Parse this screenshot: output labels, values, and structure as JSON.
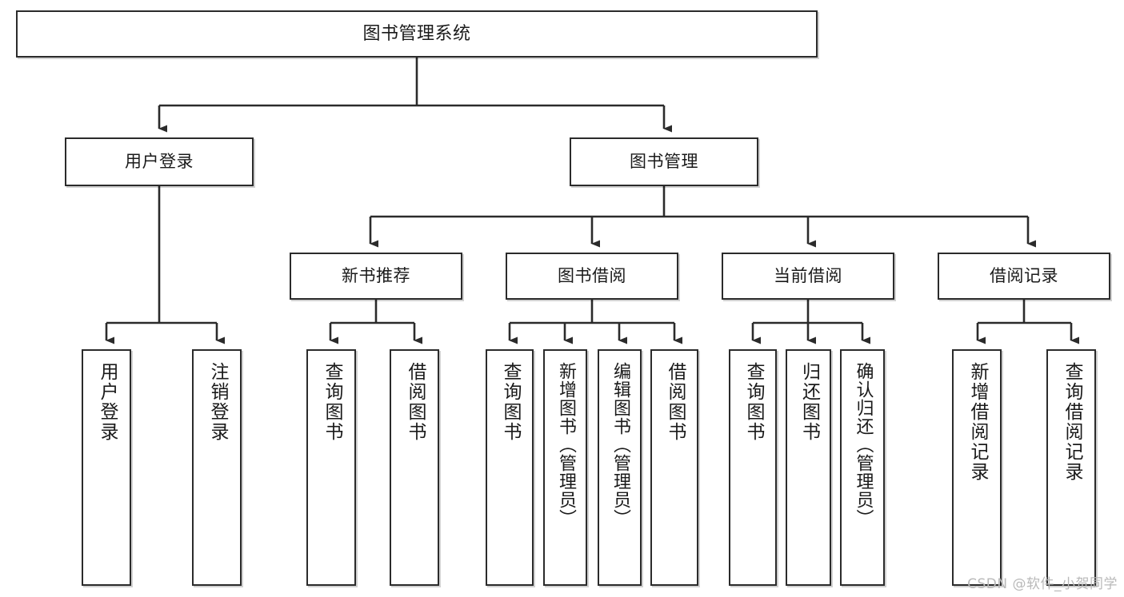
{
  "diagram": {
    "title": "图书管理系统",
    "type": "hierarchy-tree",
    "watermark": "CSDN @软件_小贺同学",
    "colors": {
      "box_border": "#2b2b2b",
      "box_fill": "#ffffff",
      "edge": "#2b2b2b",
      "text": "#1a1a1a",
      "watermark": "#b9b9b9"
    },
    "levels": {
      "level1": [
        {
          "id": "root",
          "label": "图书管理系统"
        }
      ],
      "level2": [
        {
          "id": "user-login",
          "label": "用户登录"
        },
        {
          "id": "book-manage",
          "label": "图书管理"
        }
      ],
      "level3": [
        {
          "id": "new-book-recommend",
          "label": "新书推荐"
        },
        {
          "id": "book-borrow",
          "label": "图书借阅"
        },
        {
          "id": "current-borrow",
          "label": "当前借阅"
        },
        {
          "id": "borrow-record",
          "label": "借阅记录"
        }
      ],
      "level4": [
        {
          "id": "leaf-user-login",
          "label": "用户登录",
          "parent": "user-login"
        },
        {
          "id": "leaf-user-logout",
          "label": "注销登录",
          "parent": "user-login"
        },
        {
          "id": "leaf-query-book-1",
          "label": "查询图书",
          "parent": "new-book-recommend"
        },
        {
          "id": "leaf-borrow-book-1",
          "label": "借阅图书",
          "parent": "new-book-recommend"
        },
        {
          "id": "leaf-query-book-2",
          "label": "查询图书",
          "parent": "book-borrow"
        },
        {
          "id": "leaf-add-book",
          "label": "新增图书（管理员）",
          "parent": "book-borrow"
        },
        {
          "id": "leaf-edit-book",
          "label": "编辑图书（管理员）",
          "parent": "book-borrow"
        },
        {
          "id": "leaf-borrow-book-2",
          "label": "借阅图书",
          "parent": "book-borrow"
        },
        {
          "id": "leaf-query-book-3",
          "label": "查询图书",
          "parent": "current-borrow"
        },
        {
          "id": "leaf-return-book",
          "label": "归还图书",
          "parent": "current-borrow"
        },
        {
          "id": "leaf-confirm-return",
          "label": "确认归还（管理员）",
          "parent": "current-borrow"
        },
        {
          "id": "leaf-add-record",
          "label": "新增借阅记录",
          "parent": "borrow-record"
        },
        {
          "id": "leaf-query-record",
          "label": "查询借阅记录",
          "parent": "borrow-record"
        }
      ]
    }
  }
}
